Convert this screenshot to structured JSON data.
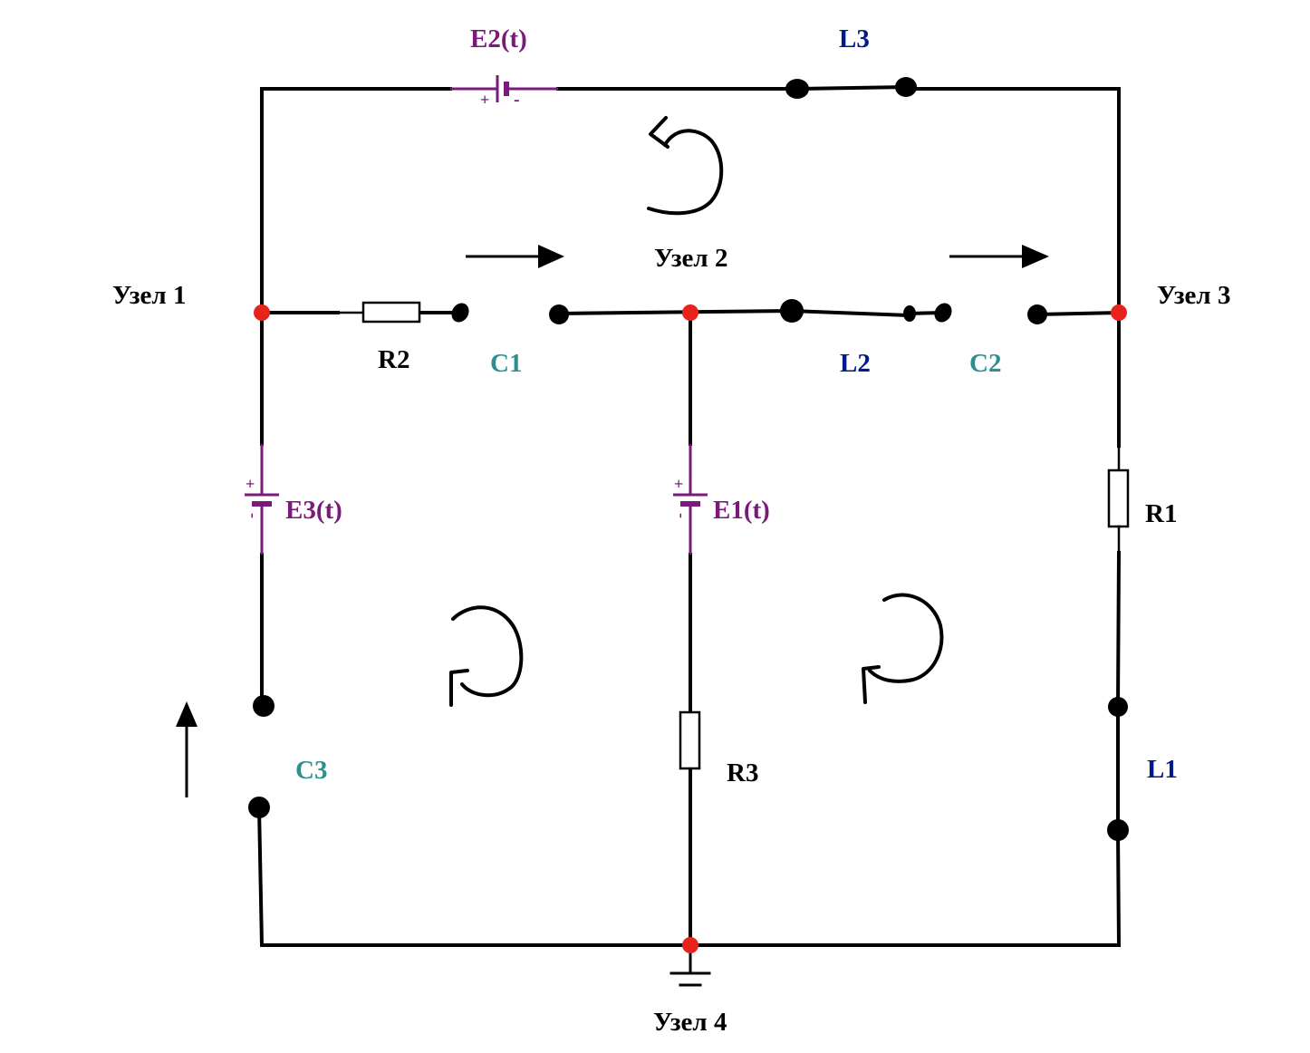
{
  "nodes": {
    "node1": "Узел 1",
    "node2": "Узел 2",
    "node3": "Узел 3",
    "node4": "Узел 4"
  },
  "components": {
    "R1": "R1",
    "R2": "R2",
    "R3": "R3",
    "C1": "C1",
    "C2": "C2",
    "C3": "C3",
    "L1": "L1",
    "L2": "L2",
    "L3": "L3",
    "E1": "E1(t)",
    "E2": "E2(t)",
    "E3": "E3(t)"
  },
  "polarity": {
    "plus": "+",
    "minus": "-"
  },
  "colors": {
    "wire": "#000000",
    "node_dot": "#e8231c",
    "source": "#7a1a7a",
    "capacitor_label": "#2f8f8f",
    "inductor_label": "#001a8c"
  }
}
